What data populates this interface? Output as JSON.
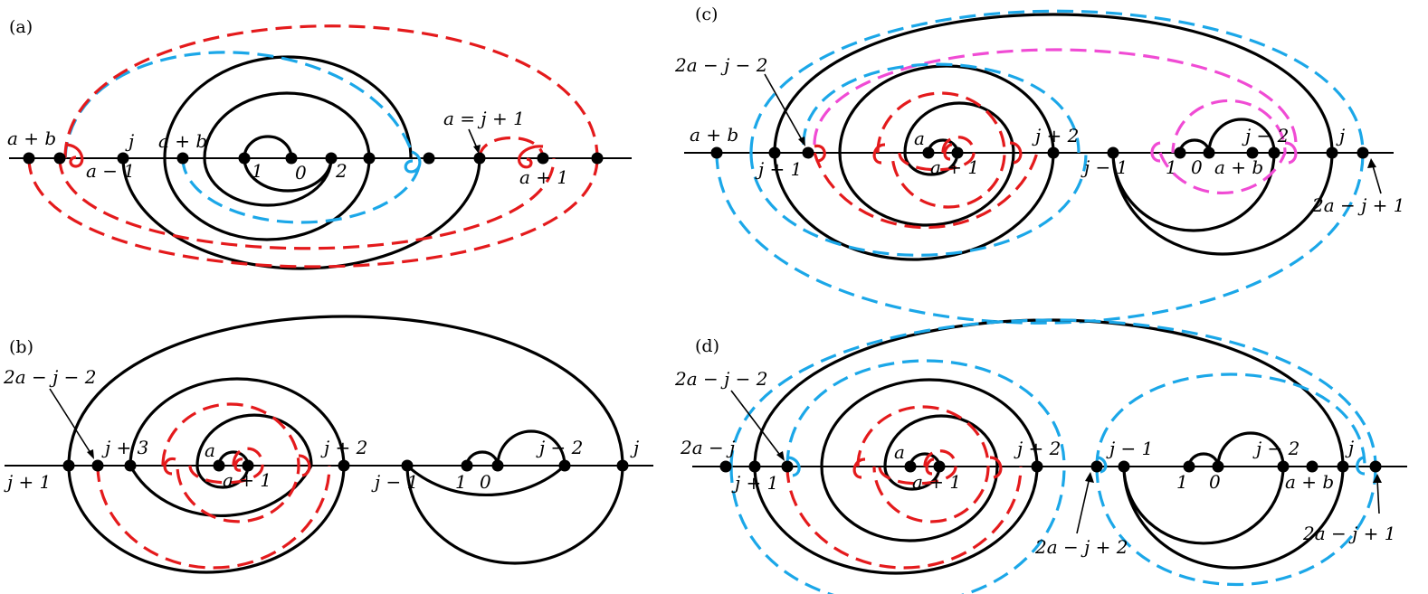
{
  "panels": {
    "a": {
      "label": "(a)",
      "labels": {
        "a_plus_b_left": "a + b",
        "a_minus_1": "a − 1",
        "j": "j",
        "a_plus_b_mid": "a + b",
        "one": "1",
        "zero": "0",
        "two": "2",
        "a_eq_j_plus_1": "a = j + 1",
        "a_plus_1": "a + 1"
      }
    },
    "b": {
      "label": "(b)",
      "labels": {
        "two_a_minus_j_minus_2": "2a − j − 2",
        "j_plus_1": "j + 1",
        "j_plus_3": "j + 3",
        "a": "a",
        "a_plus_1": "a + 1",
        "j_plus_2": "j + 2",
        "j_minus_1": "j − 1",
        "one": "1",
        "zero": "0",
        "j_minus_2": "j − 2",
        "j": "j"
      }
    },
    "c": {
      "label": "(c)",
      "labels": {
        "two_a_minus_j_minus_2": "2a − j − 2",
        "a_plus_b": "a + b",
        "j_plus_1": "j + 1",
        "a": "a",
        "a_plus_1": "a + 1",
        "j_plus_2": "j + 2",
        "j_minus_1": "j − 1",
        "one": "1",
        "zero": "0",
        "a_plus_b_right": "a + b",
        "j_minus_2": "j − 2",
        "j": "j",
        "two_a_minus_j_plus_1": "2a − j + 1"
      }
    },
    "d": {
      "label": "(d)",
      "labels": {
        "two_a_minus_j_minus_2": "2a − j − 2",
        "two_a_minus_j": "2a − j",
        "j_plus_1": "j + 1",
        "a": "a",
        "a_plus_1": "a + 1",
        "j_plus_2": "j + 2",
        "two_a_minus_j_plus_2": "2a − j + 2",
        "j_minus_1": "j − 1",
        "one": "1",
        "zero": "0",
        "j_minus_2": "j − 2",
        "a_plus_b": "a + b",
        "j": "j",
        "two_a_minus_j_plus_1": "2a − j + 1"
      }
    }
  },
  "colors": {
    "curve": "#000000",
    "red_dashed": "#e41a1c",
    "blue_dashed": "#1ba7e8",
    "magenta_dashed": "#f04bd4"
  }
}
